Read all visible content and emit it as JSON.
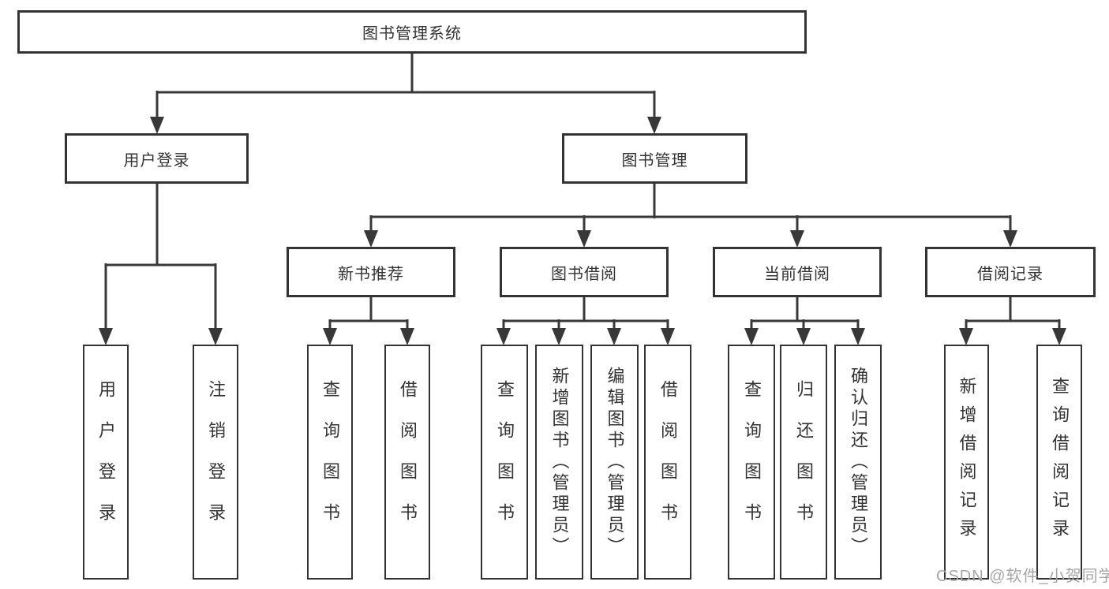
{
  "diagram": {
    "root": {
      "label": "图书管理系统"
    },
    "level2": [
      {
        "label": "用户登录"
      },
      {
        "label": "图书管理"
      }
    ],
    "level3": [
      {
        "label": "新书推荐"
      },
      {
        "label": "图书借阅"
      },
      {
        "label": "当前借阅"
      },
      {
        "label": "借阅记录"
      }
    ],
    "leaves": {
      "user_login": [
        "用户登录",
        "注销登录"
      ],
      "new_book": [
        "查询图书",
        "借阅图书"
      ],
      "book_borrow": [
        "查询图书",
        "新增图书（管理员）",
        "编辑图书（管理员）",
        "借阅图书"
      ],
      "current_borrow": [
        "查询图书",
        "归还图书",
        "确认归还（管理员）"
      ],
      "borrow_record": [
        "新增借阅记录",
        "查询借阅记录"
      ]
    }
  },
  "watermark": {
    "text": "CSDN @软件_小贺同学"
  },
  "colors": {
    "line": "#383838",
    "text": "#333333",
    "watermark": "#a6a6a6",
    "background": "#ffffff"
  }
}
